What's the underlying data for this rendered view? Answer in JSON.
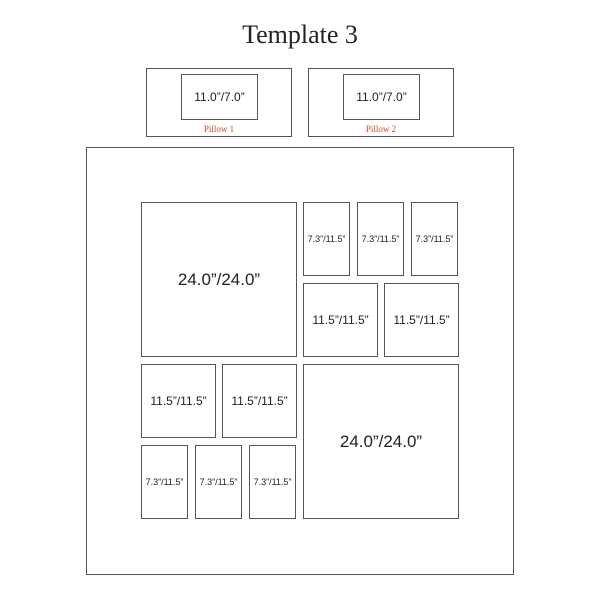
{
  "title": "Template 3",
  "pillows": [
    {
      "size_label": "11.0”/7.0”",
      "name": "Pillow 1"
    },
    {
      "size_label": "11.0”/7.0”",
      "name": "Pillow 2"
    }
  ],
  "panels": {
    "large_top_left": "24.0”/24.0”",
    "small_top_1": "7.3”/11.5”",
    "small_top_2": "7.3”/11.5”",
    "small_top_3": "7.3”/11.5”",
    "medium_right_1": "11.5”/11.5”",
    "medium_right_2": "11.5”/11.5”",
    "medium_left_1": "11.5”/11.5”",
    "medium_left_2": "11.5”/11.5”",
    "large_bottom_right": "24.0”/24.0”",
    "small_bottom_1": "7.3”/11.5”",
    "small_bottom_2": "7.3”/11.5”",
    "small_bottom_3": "7.3”/11.5”"
  }
}
